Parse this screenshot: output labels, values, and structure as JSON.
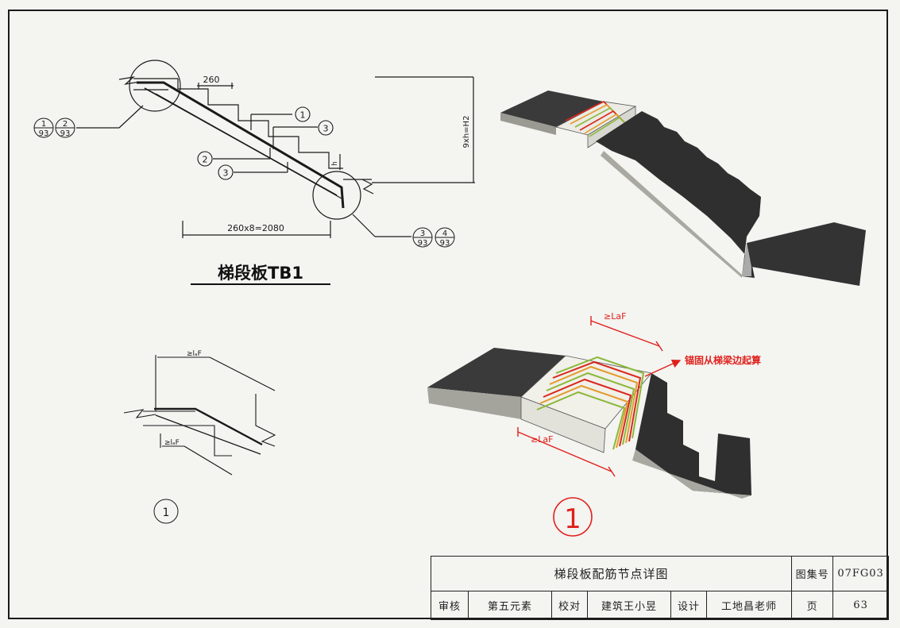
{
  "drawing": {
    "tb1_title": "梯段板TB1",
    "dim_step": "260",
    "dim_total": "260x8=2080",
    "dim_height": "9xh=H2",
    "dim_h": "h",
    "bubble_1": "1",
    "bubble_2": "2",
    "bubble_3": "3",
    "ref_top": {
      "a_num": "1",
      "a_page": "93",
      "b_num": "2",
      "b_page": "93"
    },
    "ref_bottom": {
      "a_num": "3",
      "a_page": "93",
      "b_num": "4",
      "b_page": "93"
    },
    "detail_anchor": "≥lₐF",
    "detail_label": "1",
    "iso_anchor_label": "≥LaF",
    "iso_note": "锚固从梯梁边起算",
    "iso_detail_label": "1"
  },
  "title_block": {
    "title": "梯段板配筋节点详图",
    "atlas_label": "图集号",
    "atlas_no": "07FG03",
    "review_label": "审核",
    "reviewer": "第五元素",
    "check_label": "校对",
    "checker": "建筑王小昱",
    "design_label": "设计",
    "designer": "工地昌老师",
    "page_label": "页",
    "page_no": "63"
  },
  "colors": {
    "ink": "#1a1a1a",
    "red_annotation": "#e0201b",
    "concrete_dark": "#3a3a3a",
    "rebar_green": "#8bb83a",
    "rebar_red": "#d9261c",
    "rebar_orange": "#e39a2a"
  }
}
